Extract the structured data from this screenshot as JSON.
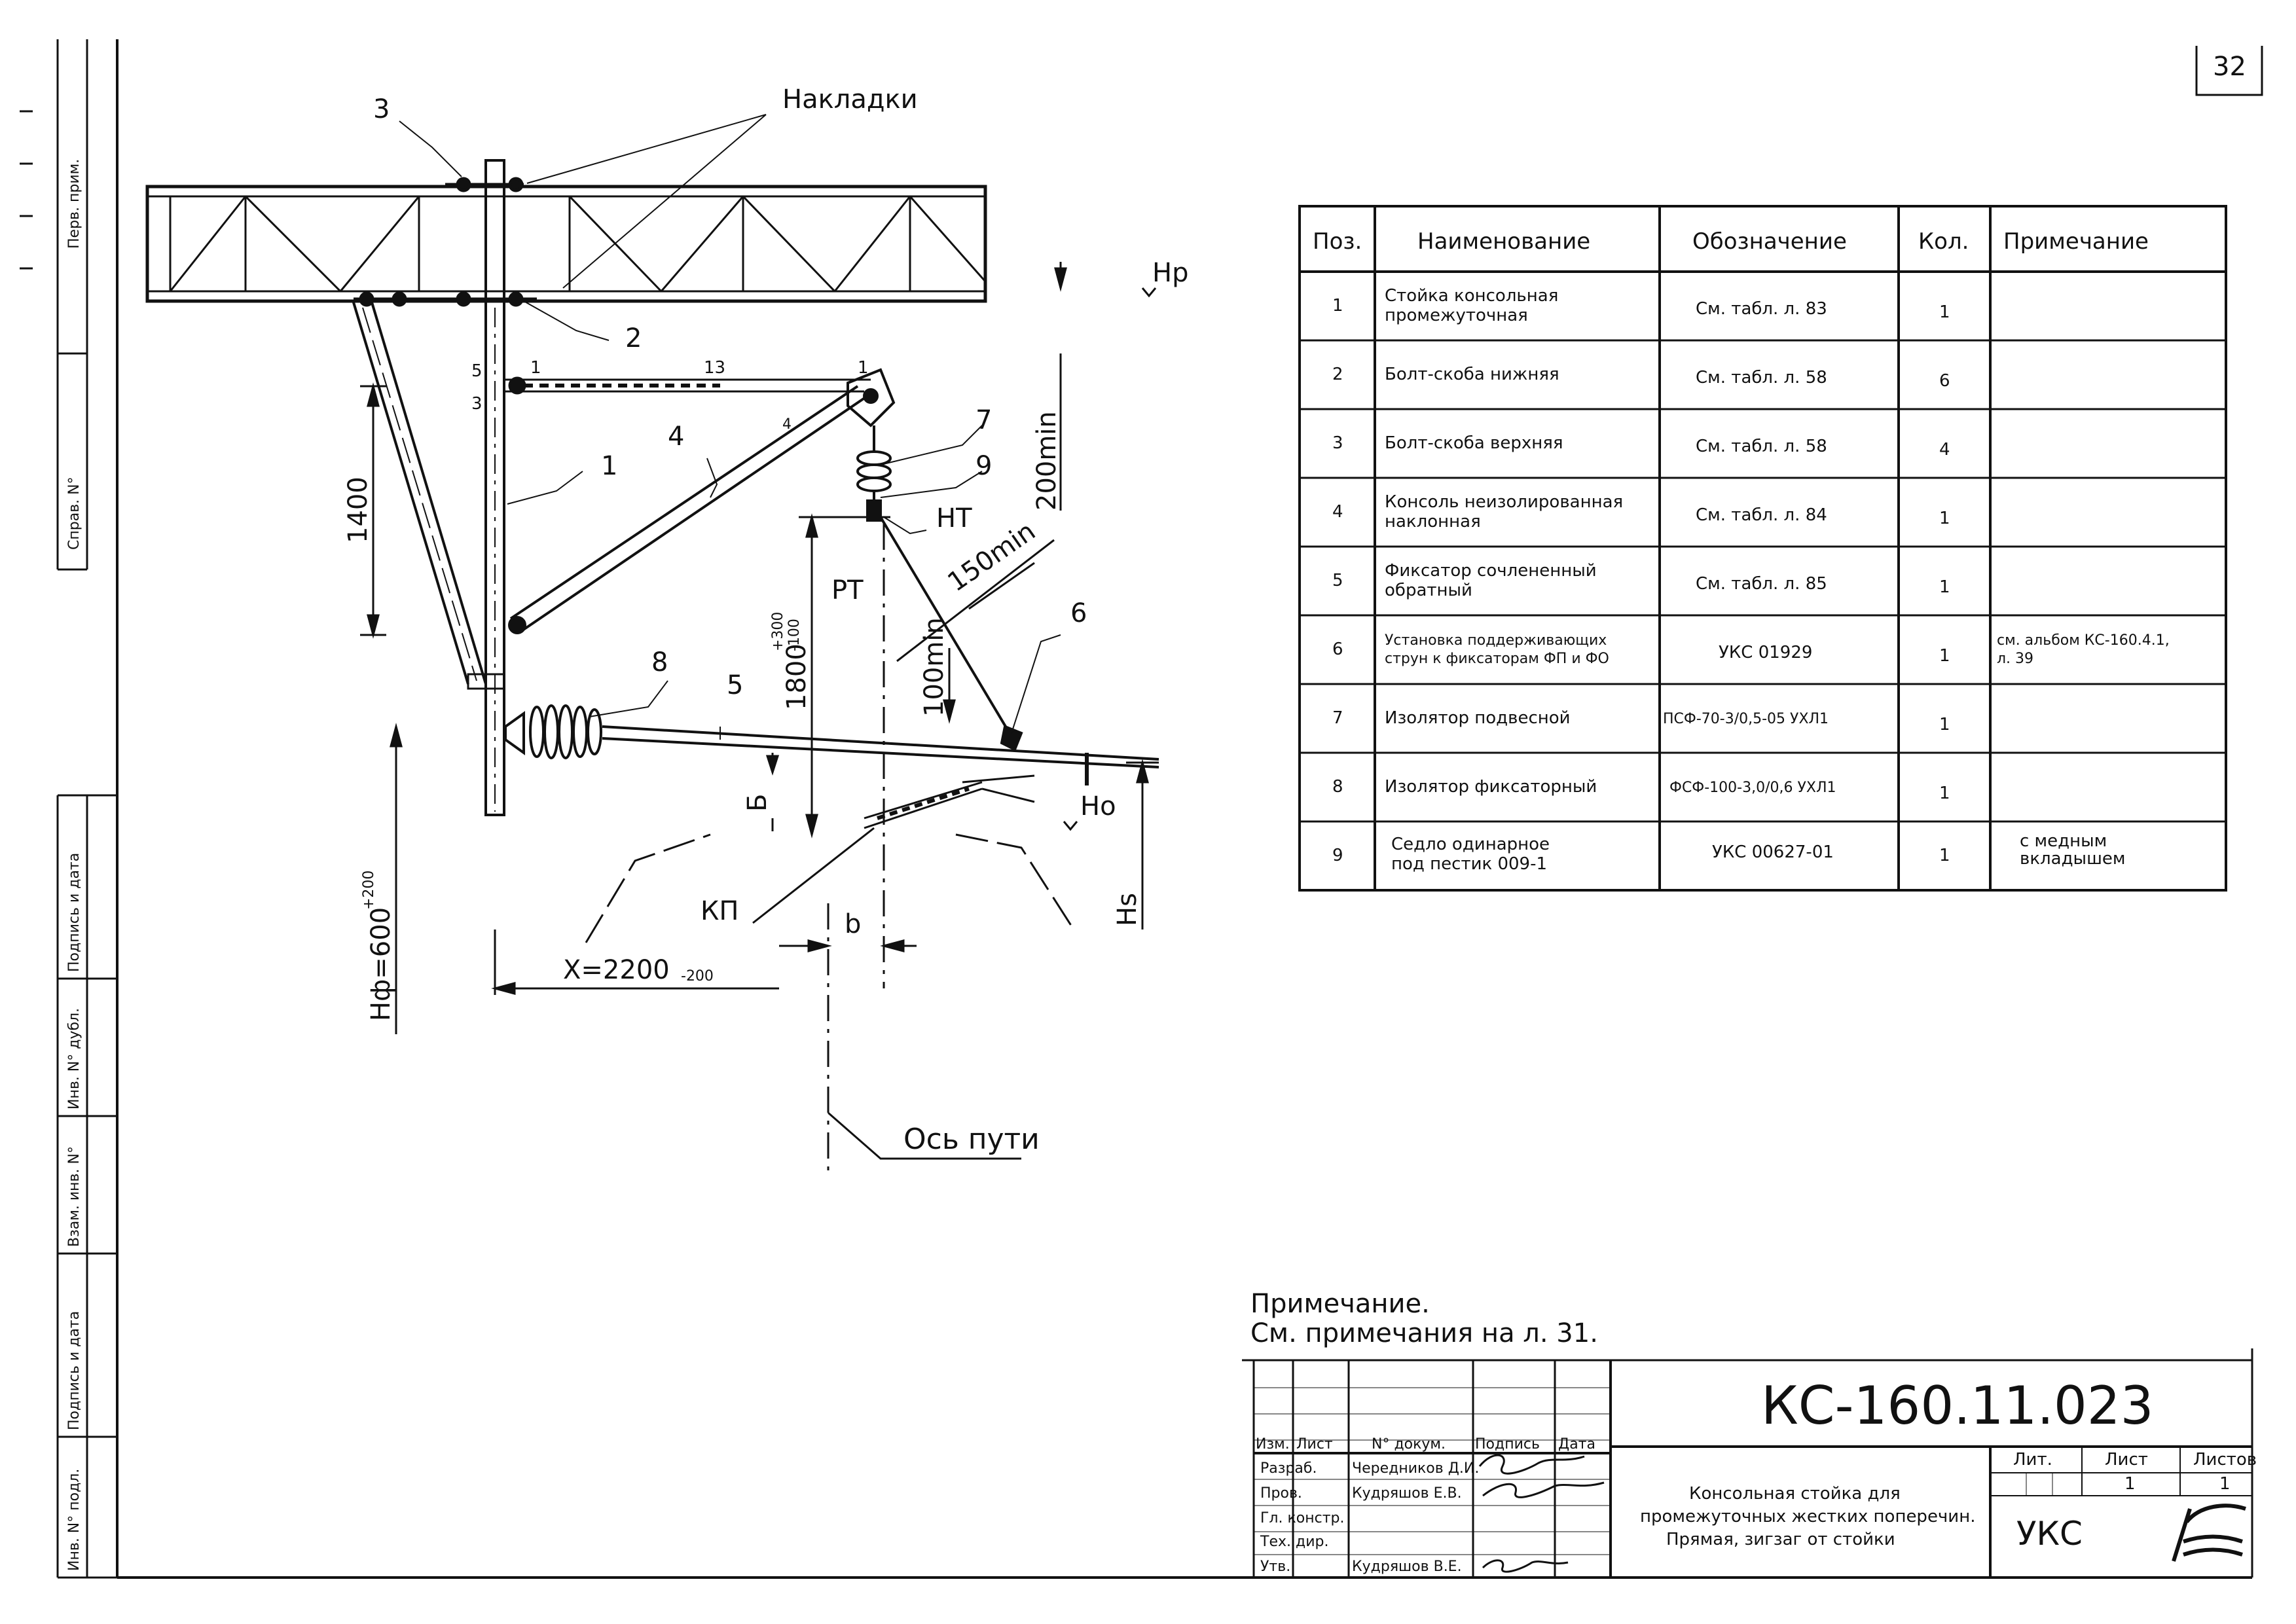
{
  "page_number": "32",
  "drawing": {
    "labels": {
      "nakladki": "Накладки",
      "hp": "Hp",
      "ho": "Ho",
      "ht": "HT",
      "pt": "PT",
      "kp": "КП",
      "b_lower": "b",
      "b_upper": "Б",
      "hs": "Hs",
      "axis": "Ось пути"
    },
    "positions": [
      "1",
      "2",
      "3",
      "4",
      "5",
      "6",
      "7",
      "8",
      "9",
      "1",
      "13",
      "1",
      "5",
      "3",
      "4"
    ],
    "dimensions": {
      "d1400": "1400",
      "d200min": "200min",
      "d150min": "150min",
      "d100min": "100min",
      "d1800": "1800",
      "d1800_tol_up": "+300",
      "d1800_tol_dn": "-100",
      "hf": "Hф=600",
      "hf_tol": "+200",
      "x": "X=2200",
      "x_tol": "-200"
    }
  },
  "spec_table": {
    "headers": [
      "Поз.",
      "Наименование",
      "Обозначение",
      "Кол.",
      "Примечание"
    ],
    "rows": [
      {
        "pos": "1",
        "name": [
          "Стойка консольная",
          "промежуточная"
        ],
        "code": "См. табл. л. 83",
        "qty": "1",
        "note": []
      },
      {
        "pos": "2",
        "name": [
          "Болт-скоба нижняя"
        ],
        "code": "См. табл. л. 58",
        "qty": "6",
        "note": []
      },
      {
        "pos": "3",
        "name": [
          "Болт-скоба верхняя"
        ],
        "code": "См. табл. л. 58",
        "qty": "4",
        "note": []
      },
      {
        "pos": "4",
        "name": [
          "Консоль неизолированная",
          "наклонная"
        ],
        "code": "См. табл. л. 84",
        "qty": "1",
        "note": []
      },
      {
        "pos": "5",
        "name": [
          "Фиксатор сочлененный",
          "обратный"
        ],
        "code": "См. табл. л. 85",
        "qty": "1",
        "note": []
      },
      {
        "pos": "6",
        "name": [
          "Установка поддерживающих",
          "струн к фиксаторам ФП и ФО"
        ],
        "code": "УКС 01929",
        "qty": "1",
        "note": [
          "см. альбом КС-160.4.1,",
          "л. 39"
        ]
      },
      {
        "pos": "7",
        "name": [
          "Изолятор подвесной"
        ],
        "code": "ПСФ-70-3/0,5-05 УХЛ1",
        "qty": "1",
        "note": []
      },
      {
        "pos": "8",
        "name": [
          "Изолятор фиксаторный"
        ],
        "code": "ФСФ-100-3,0/0,6 УХЛ1",
        "qty": "1",
        "note": []
      },
      {
        "pos": "9",
        "name": [
          "Седло одинарное",
          "под пестик 009-1"
        ],
        "code": "УКС 00627-01",
        "qty": "1",
        "note": [
          "с медным",
          "вкладышем"
        ]
      }
    ]
  },
  "note": {
    "title": "Примечание.",
    "text": "См. примечания на л. 31."
  },
  "left_margin": {
    "perv_prim": "Перв. прим.",
    "sprav_no": "Справ. N°",
    "podpis_data_1": "Подпись и дата",
    "inv_no_dubl": "Инв. N° дубл.",
    "vzam_inv_no": "Взам. инв. N°",
    "podpis_data_2": "Подпись и дата",
    "inv_no_podl": "Инв. N° подл."
  },
  "title_block": {
    "doc_code": "КС-160.11.023",
    "title": [
      "Консольная стойка для",
      "промежуточных жестких поперечин.",
      "Прямая, зигзаг от стойки"
    ],
    "headers": {
      "izm": "Изм.",
      "list": "Лист",
      "doc_no": "N° докум.",
      "signature": "Подпись",
      "date": "Дата"
    },
    "roles": [
      {
        "role": "Разраб.",
        "name": "Чередников Д.И."
      },
      {
        "role": "Пров.",
        "name": "Кудряшов Е.В."
      },
      {
        "role": "Гл. констр.",
        "name": ""
      },
      {
        "role": "Тех. дир.",
        "name": ""
      },
      {
        "role": "Утв.",
        "name": "Кудряшов В.Е."
      }
    ],
    "lit_label": "Лит.",
    "sheet_label": "Лист",
    "sheets_label": "Листов",
    "sheet_value": "1",
    "sheets_value": "1",
    "org": "УКС"
  }
}
